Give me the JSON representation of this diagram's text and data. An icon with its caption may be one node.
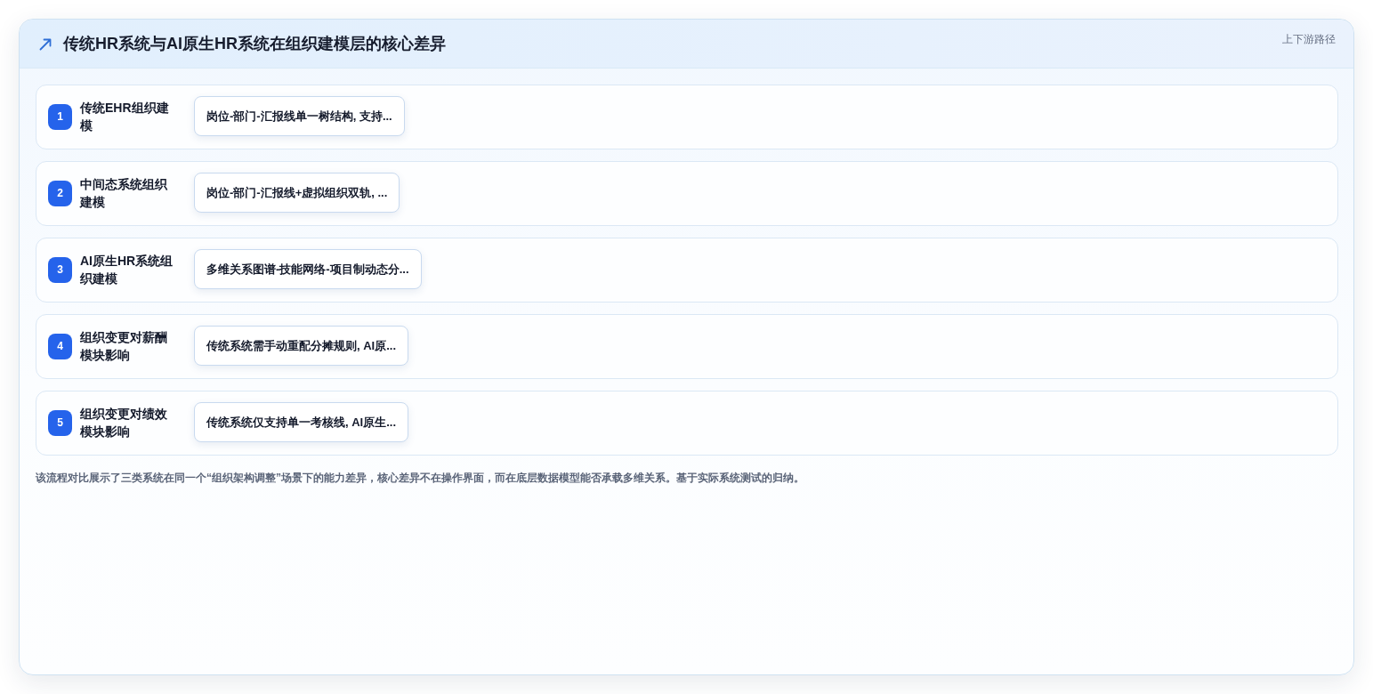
{
  "diagram": {
    "title": "传统HR系统与AI原生HR系统在组织建模层的核心差异",
    "caption": "该流程对比展示了三类系统在同一个“组织架构调整”场景下的能力差异，核心差异不在操作界面，而在底层数据模型能否承载多维关系。基于实际系统测试的归纳。",
    "nodes": [
      {
        "text": [
          "传统EHR组织建模"
        ]
      },
      {
        "text": [
          "1"
        ],
        "in": 0
      },
      {
        "text": [
          "岗位-部门-汇报线单一树结构, 支持..."
        ],
        "in": 0
      },
      {
        "text": [
          "中间态系统组织建模"
        ]
      },
      {
        "text": [
          "2"
        ],
        "in": 3
      },
      {
        "text": [
          "岗位-部门-汇报线+虚拟组织双轨, ..."
        ],
        "in": 3
      },
      {
        "text": [
          "AI原生HR系统组织建模"
        ]
      },
      {
        "text": [
          "3"
        ],
        "in": 6
      },
      {
        "text": [
          "多维关系图谱-技能网络-项目制动态分..."
        ],
        "in": 6
      },
      {
        "text": [
          "组织变更对薪酬模块影响"
        ]
      },
      {
        "text": [
          "4"
        ],
        "in": 9
      },
      {
        "text": [
          "传统系统需手动重配分摊规则, AI原..."
        ],
        "in": 9
      },
      {
        "text": [
          "组织变更对绩效模块影响"
        ]
      },
      {
        "text": [
          "5"
        ],
        "in": 12
      },
      {
        "text": [
          "传统系统仅支持单一考核线, AI原生..."
        ],
        "in": 12
      }
    ],
    "labels": [
      "上下游路径"
    ]
  }
}
